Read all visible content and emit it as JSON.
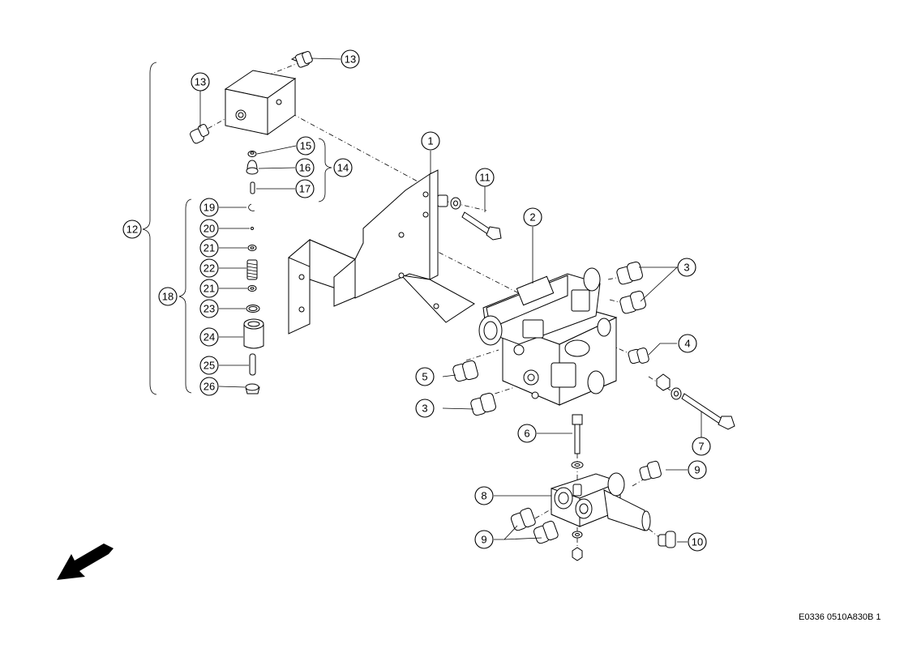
{
  "callouts": {
    "c1": "1",
    "c2": "2",
    "c3a": "3",
    "c3b": "3",
    "c4": "4",
    "c5": "5",
    "c6": "6",
    "c7": "7",
    "c8": "8",
    "c9a": "9",
    "c9b": "9",
    "c10": "10",
    "c11": "11",
    "c12": "12",
    "c13a": "13",
    "c13b": "13",
    "c14": "14",
    "c15": "15",
    "c16": "16",
    "c17": "17",
    "c18": "18",
    "c19": "19",
    "c20": "20",
    "c21a": "21",
    "c21b": "21",
    "c22": "22",
    "c23": "23",
    "c24": "24",
    "c25": "25",
    "c26": "26"
  },
  "reference_code": "E0336 0510A830B 1",
  "icons": {
    "direction": "direction-arrow-icon"
  }
}
